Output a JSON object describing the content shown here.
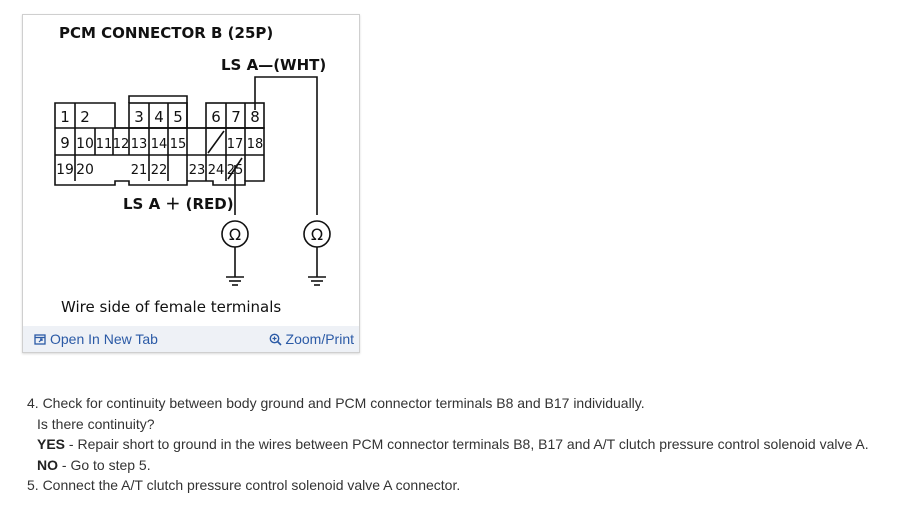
{
  "diagram": {
    "title": "PCM CONNECTOR B (25P)",
    "wht_label": "LS A—(WHT)",
    "red_label": "LS A ＋ (RED)",
    "caption": "Wire side of female terminals",
    "terminals": [
      "1",
      "2",
      "3",
      "4",
      "5",
      "6",
      "7",
      "8",
      "9",
      "10",
      "11",
      "12",
      "13",
      "14",
      "15",
      "17",
      "18",
      "19",
      "20",
      "21",
      "22",
      "23",
      "24",
      "25"
    ],
    "meter_symbol": "Ω"
  },
  "footer": {
    "open_label": "Open In New Tab",
    "zoom_label": "Zoom/Print"
  },
  "steps": {
    "step4": "4. Check for continuity between body ground and PCM connector terminals B8 and B17 individually.",
    "question": "Is there continuity?",
    "yes_label": "YES",
    "yes_text": " - Repair short to ground in the wires between PCM connector terminals B8, B17 and A/T clutch pressure control solenoid valve A.",
    "no_label": "NO",
    "no_text": " - Go to step 5.",
    "step5": "5. Connect the A/T clutch pressure control solenoid valve A connector."
  },
  "colors": {
    "link": "#2b5aa6",
    "footer_bg": "#eef1f6",
    "text": "#333333"
  }
}
